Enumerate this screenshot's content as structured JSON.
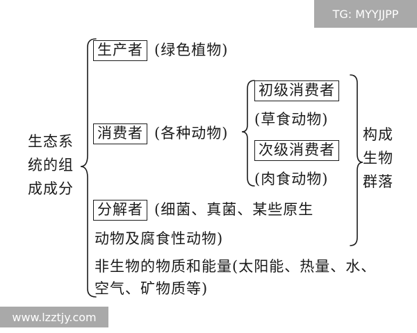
{
  "watermark_tag": "TG: MYYJJPP",
  "watermark_url": "www.lzztjy.com",
  "root": {
    "line1": "生态系",
    "line2": "统的组",
    "line3": "成成分"
  },
  "producer": {
    "label": "生产者",
    "note": "(绿色植物)"
  },
  "consumer": {
    "label": "消费者",
    "note": "(各种动物)"
  },
  "primary": {
    "label": "初级消费者",
    "note": "(草食动物)"
  },
  "secondary": {
    "label": "次级消费者",
    "note": "(肉食动物)"
  },
  "decomposer": {
    "label": "分解者",
    "note1": "(细菌、真菌、某些原生",
    "note2": "动物及腐食性动物)"
  },
  "community": {
    "line1": "构成",
    "line2": "生物",
    "line3": "群落"
  },
  "abiotic": {
    "line1": "非生物的物质和能量(太阳能、热量、水、",
    "line2": "空气、矿物质等)"
  }
}
